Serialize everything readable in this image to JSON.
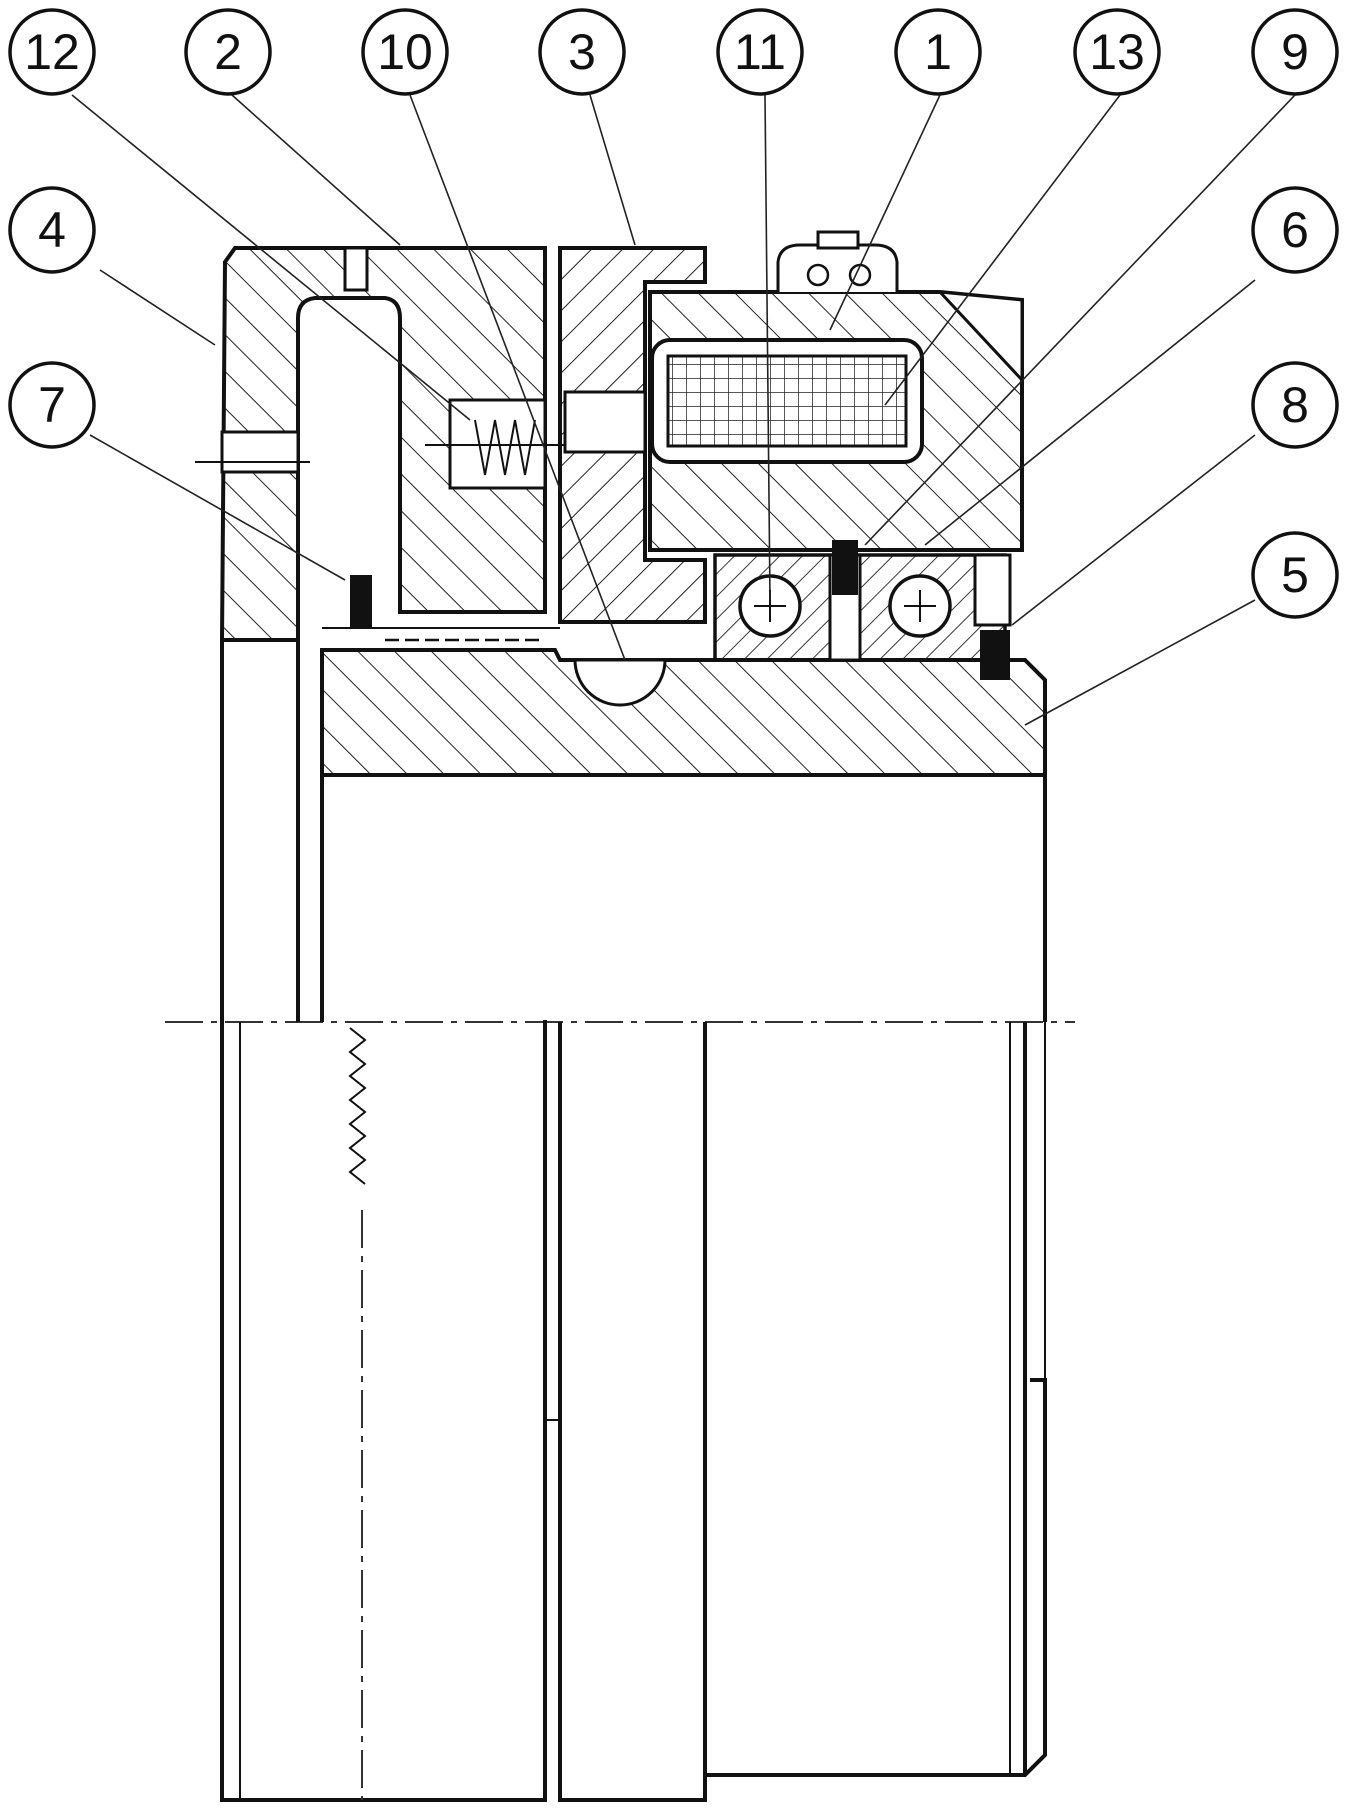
{
  "diagram": {
    "type": "engineering cross-section drawing",
    "callouts": [
      {
        "id": "12",
        "label": "12"
      },
      {
        "id": "2",
        "label": "2"
      },
      {
        "id": "10",
        "label": "10"
      },
      {
        "id": "3",
        "label": "3"
      },
      {
        "id": "11",
        "label": "11"
      },
      {
        "id": "1",
        "label": "1"
      },
      {
        "id": "13",
        "label": "13"
      },
      {
        "id": "9",
        "label": "9"
      },
      {
        "id": "4",
        "label": "4"
      },
      {
        "id": "6",
        "label": "6"
      },
      {
        "id": "7",
        "label": "7"
      },
      {
        "id": "8",
        "label": "8"
      },
      {
        "id": "5",
        "label": "5"
      }
    ]
  }
}
